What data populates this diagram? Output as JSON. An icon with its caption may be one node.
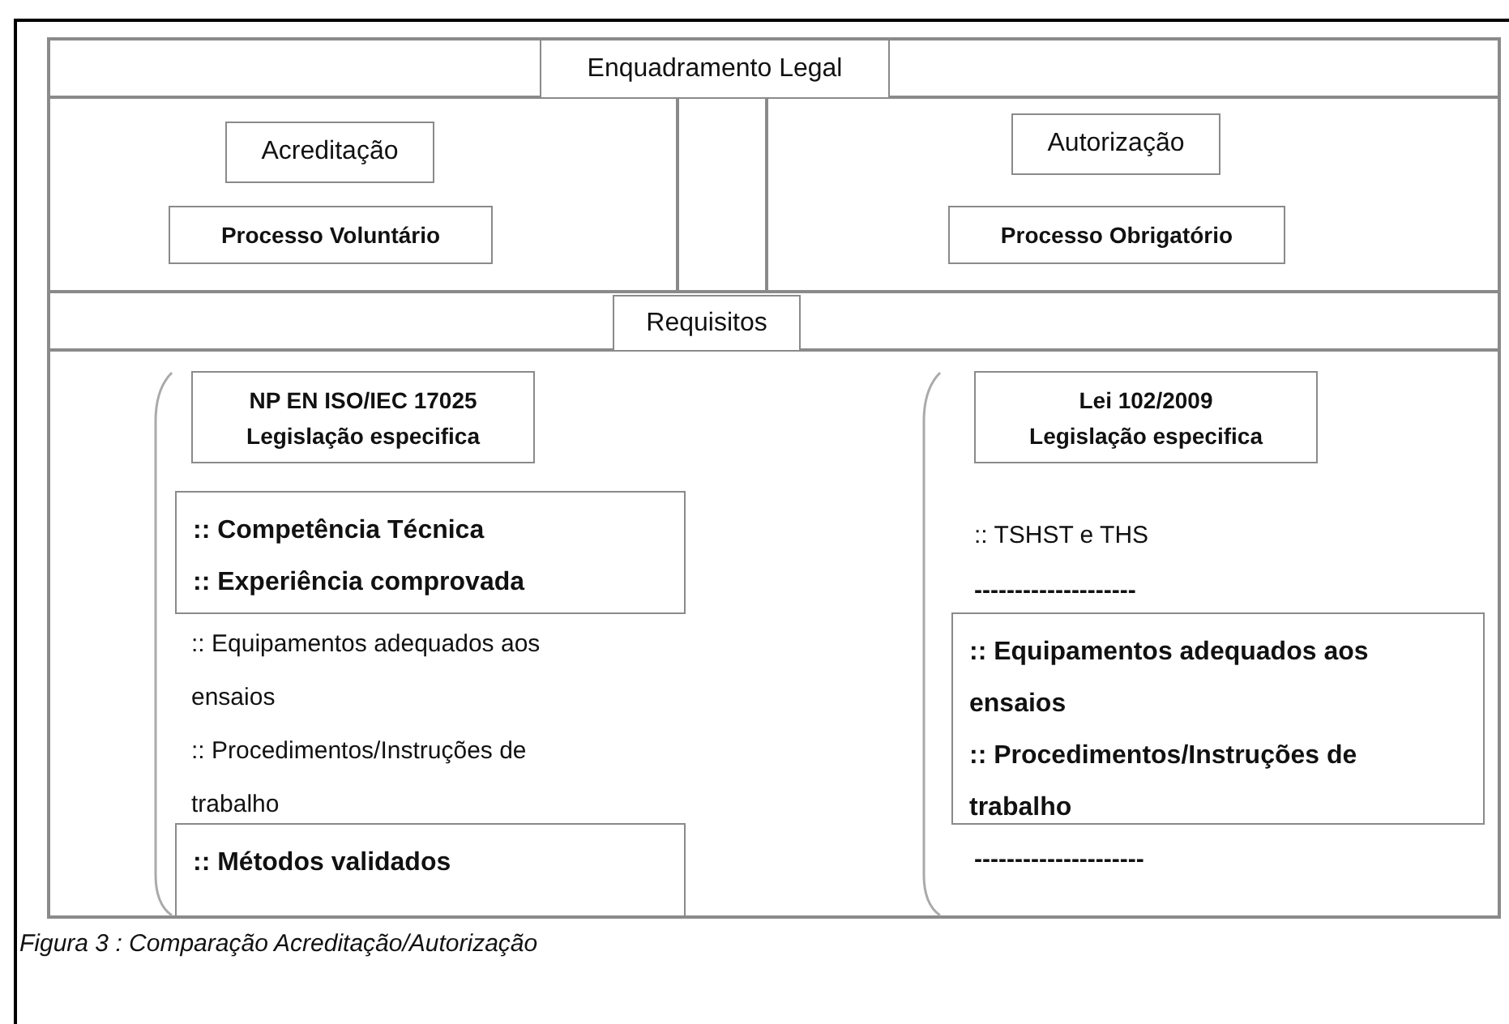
{
  "diagram": {
    "caption": "Figura 3 : Comparação Acreditação/Autorização",
    "nodes": [
      {
        "text": [
          "Enquadramento Legal"
        ]
      },
      {
        "text": [
          "Acreditação"
        ]
      },
      {
        "text": [
          "Processo Voluntário"
        ]
      },
      {
        "text": [
          "Autorização"
        ]
      },
      {
        "text": [
          "Processo Obrigatório"
        ]
      },
      {
        "text": [
          "Requisitos"
        ]
      },
      {
        "text": [
          "NP EN ISO/IEC 17025 Legislação especifica"
        ]
      },
      {
        "text": [
          ":: Competência Técnica",
          ":: Experiência comprovada"
        ]
      },
      {
        "text": [
          ":: Métodos validados"
        ]
      },
      {
        "text": [
          "Lei 102/2009 Legislação especifica"
        ]
      },
      {
        "text": [
          ":: Equipamentos adequados aos ensaios",
          ":: Procedimentos/Instruções de trabalho"
        ]
      }
    ],
    "labels": [
      ":: Equipamentos adequados aos ensaios",
      ":: Procedimentos/Instruções de trabalho",
      ":: TSHST e THS",
      "--------------------",
      "---------------------"
    ]
  }
}
